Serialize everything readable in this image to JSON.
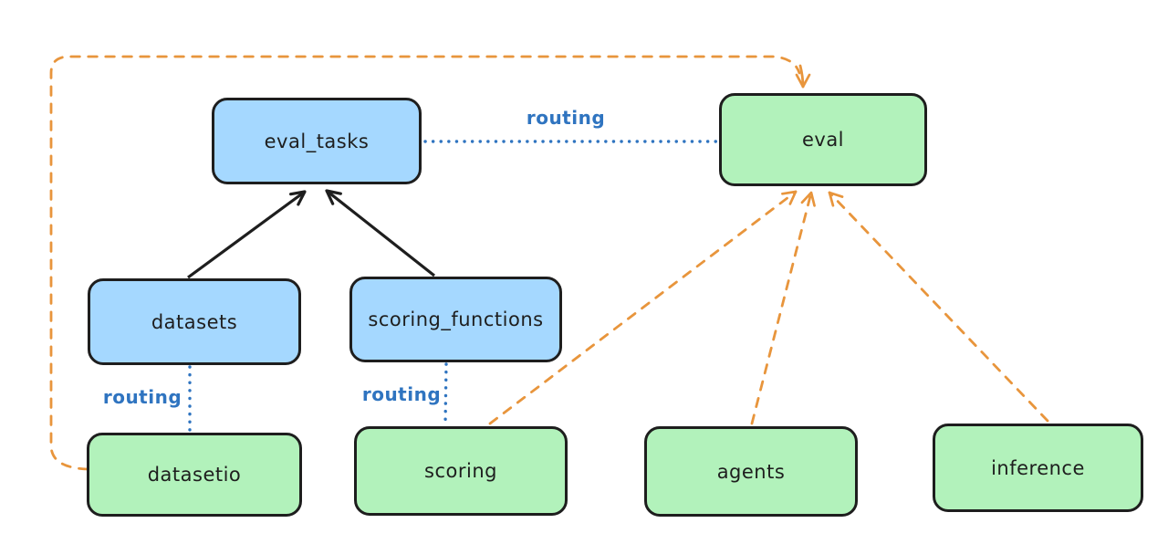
{
  "diagram": {
    "type": "architecture-diagram",
    "style": "hand-drawn",
    "colors": {
      "background": "#ffffff",
      "blue_node_fill": "#a5d8ff",
      "green_node_fill": "#b2f2bb",
      "node_border": "#1e1e1e",
      "black_edge": "#1e1e1e",
      "blue_edge": "#2f74c0",
      "orange_edge": "#e8953c"
    },
    "nodes": [
      {
        "id": "eval_tasks",
        "label": "eval_tasks",
        "color": "blue"
      },
      {
        "id": "eval",
        "label": "eval",
        "color": "green"
      },
      {
        "id": "datasets",
        "label": "datasets",
        "color": "blue"
      },
      {
        "id": "scoring_functions",
        "label": "scoring_functions",
        "color": "blue"
      },
      {
        "id": "datasetio",
        "label": "datasetio",
        "color": "green"
      },
      {
        "id": "scoring",
        "label": "scoring",
        "color": "green"
      },
      {
        "id": "agents",
        "label": "agents",
        "color": "green"
      },
      {
        "id": "inference",
        "label": "inference",
        "color": "green"
      }
    ],
    "edges": [
      {
        "from": "datasets",
        "to": "eval_tasks",
        "style": "solid",
        "color": "black",
        "arrowhead": true,
        "label": ""
      },
      {
        "from": "scoring_functions",
        "to": "eval_tasks",
        "style": "solid",
        "color": "black",
        "arrowhead": true,
        "label": ""
      },
      {
        "from": "eval_tasks",
        "to": "eval",
        "style": "dotted",
        "color": "blue",
        "arrowhead": false,
        "label": "routing"
      },
      {
        "from": "datasets",
        "to": "datasetio",
        "style": "dotted",
        "color": "blue",
        "arrowhead": false,
        "label": "routing"
      },
      {
        "from": "scoring_functions",
        "to": "scoring",
        "style": "dotted",
        "color": "blue",
        "arrowhead": false,
        "label": "routing"
      },
      {
        "from": "datasetio",
        "to": "eval",
        "style": "dashed",
        "color": "orange",
        "arrowhead": true,
        "label": "",
        "route": "around-left-and-top"
      },
      {
        "from": "scoring",
        "to": "eval",
        "style": "dashed",
        "color": "orange",
        "arrowhead": true,
        "label": ""
      },
      {
        "from": "agents",
        "to": "eval",
        "style": "dashed",
        "color": "orange",
        "arrowhead": true,
        "label": ""
      },
      {
        "from": "inference",
        "to": "eval",
        "style": "dashed",
        "color": "orange",
        "arrowhead": true,
        "label": ""
      }
    ],
    "edge_labels": [
      {
        "text": "routing"
      },
      {
        "text": "routing"
      },
      {
        "text": "routing"
      }
    ]
  }
}
